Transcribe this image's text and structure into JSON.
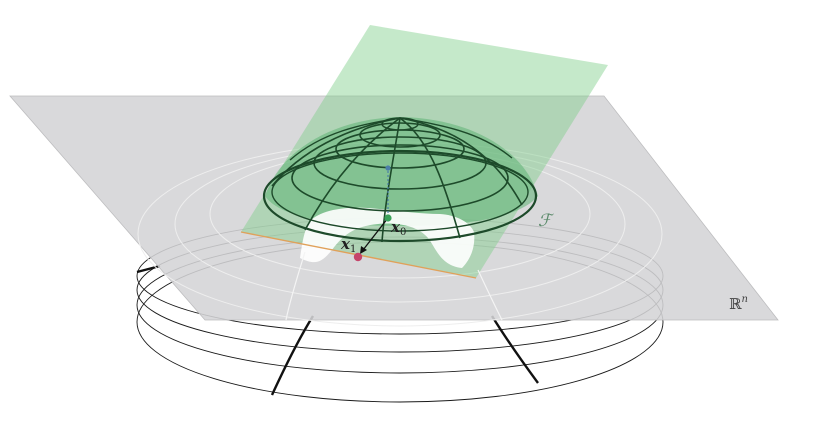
{
  "labels": {
    "x0_main": "x",
    "x0_sub": "0",
    "x1_main": "x",
    "x1_sub": "1",
    "feasible_set": "ℱ",
    "space_main": "ℝ",
    "space_sup": "n"
  },
  "colors": {
    "plane_fill": "#d4d4d6",
    "feasible_plane_fill": "#7fce8a",
    "mesh_line": "#1d4a2a",
    "point_x0": "#3aa25a",
    "point_x1": "#c5446a",
    "point_apex": "#4b7fa8",
    "constraint_line": "#e0a15a"
  }
}
